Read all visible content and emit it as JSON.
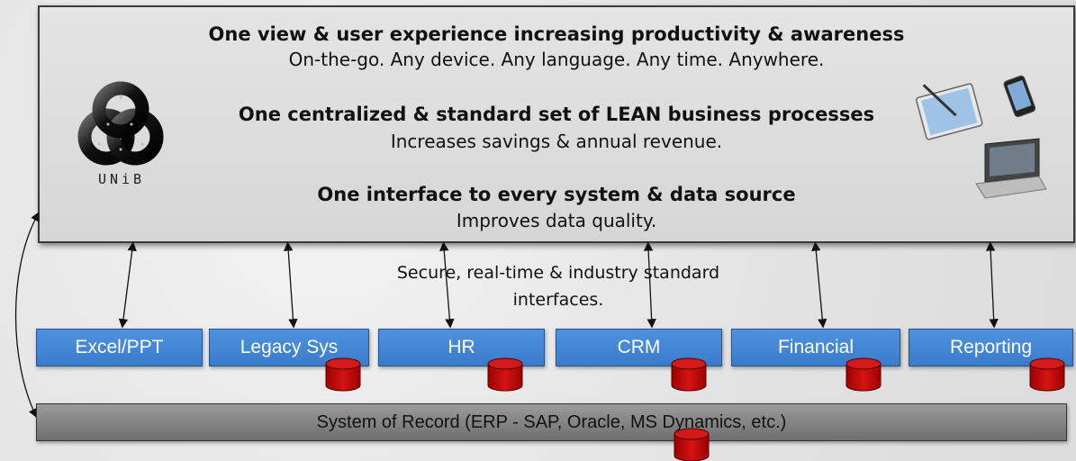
{
  "header": {
    "line1_bold": "One view & user experience increasing productivity & awareness",
    "line1_sub": "On-the-go. Any device. Any language. Any time. Anywhere.",
    "line2_bold": "One centralized & standard set of LEAN business processes",
    "line2_sub": "Increases savings & annual revenue.",
    "line3_bold": "One interface to every system & data source",
    "line3_sub": "Improves data quality."
  },
  "logo": {
    "text": "UNiB",
    "icon": "knot-logo-icon"
  },
  "devices": {
    "icons": [
      "tablet-icon",
      "phone-icon",
      "laptop-icon"
    ]
  },
  "interfaces_caption": {
    "line1": "Secure, real-time & industry standard",
    "line2": "interfaces."
  },
  "systems": [
    {
      "label": "Excel/PPT",
      "has_db": false
    },
    {
      "label": "Legacy Sys",
      "has_db": true
    },
    {
      "label": "HR",
      "has_db": true
    },
    {
      "label": "CRM",
      "has_db": true
    },
    {
      "label": "Financial",
      "has_db": true
    },
    {
      "label": "Reporting",
      "has_db": true
    }
  ],
  "system_of_record": {
    "label": "System of Record (ERP - SAP, Oracle, MS Dynamics, etc.)",
    "has_db": true
  },
  "colors": {
    "system_box": "#3f84d4",
    "database": "#c40f10",
    "record_bar": "#7d7d7d",
    "panel": "#dddddd"
  }
}
